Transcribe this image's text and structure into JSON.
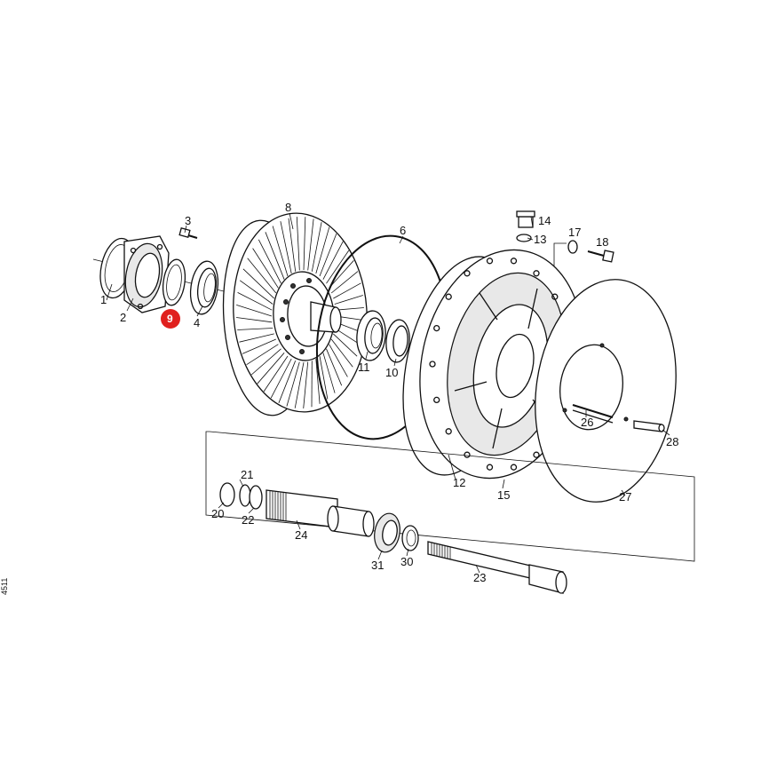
{
  "diagram": {
    "highlight_color": "#e0201e",
    "side_text": "4511",
    "callouts": [
      {
        "id": "p1",
        "text": "1"
      },
      {
        "id": "p2",
        "text": "2"
      },
      {
        "id": "p3",
        "text": "3"
      },
      {
        "id": "p4",
        "text": "4"
      },
      {
        "id": "p6",
        "text": "6"
      },
      {
        "id": "p8",
        "text": "8"
      },
      {
        "id": "p9",
        "text": "9",
        "highlighted": true
      },
      {
        "id": "p10",
        "text": "10"
      },
      {
        "id": "p11",
        "text": "11"
      },
      {
        "id": "p12",
        "text": "12"
      },
      {
        "id": "p13",
        "text": "13"
      },
      {
        "id": "p14",
        "text": "14"
      },
      {
        "id": "p15",
        "text": "15"
      },
      {
        "id": "p17",
        "text": "17"
      },
      {
        "id": "p18",
        "text": "18"
      },
      {
        "id": "p20",
        "text": "20"
      },
      {
        "id": "p21",
        "text": "21"
      },
      {
        "id": "p22",
        "text": "22"
      },
      {
        "id": "p23",
        "text": "23"
      },
      {
        "id": "p24",
        "text": "24"
      },
      {
        "id": "p26",
        "text": "26"
      },
      {
        "id": "p27",
        "text": "27"
      },
      {
        "id": "p28",
        "text": "28"
      },
      {
        "id": "p30",
        "text": "30"
      },
      {
        "id": "p31",
        "text": "31"
      }
    ]
  }
}
